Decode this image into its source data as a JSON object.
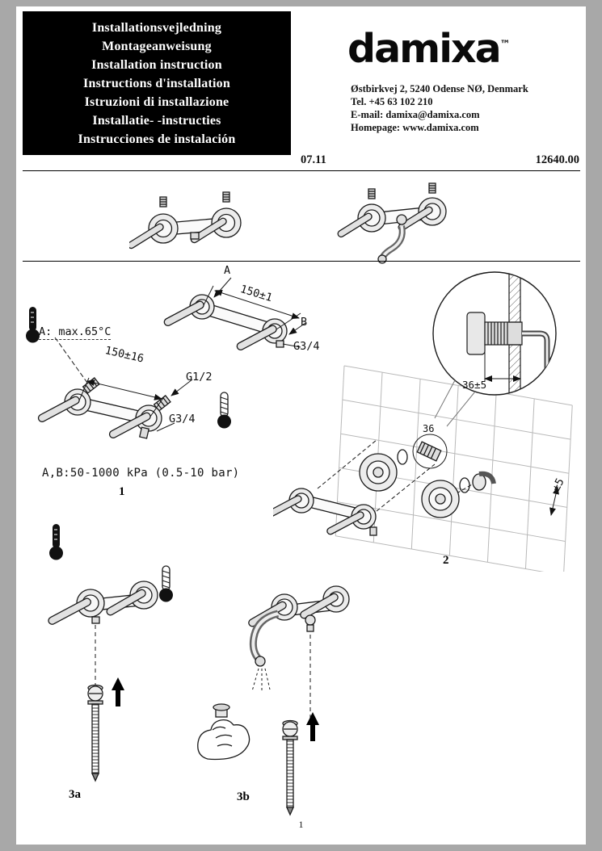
{
  "header": {
    "languages": [
      "Installationsvejledning",
      "Montageanweisung",
      "Installation instruction",
      "Instructions d'installation",
      "Istruzioni di installazione",
      "Installatie- -instructies",
      "Instrucciones de instalación"
    ],
    "brand": "damixa",
    "trademark": "™",
    "contact": {
      "address": "Østbirkvej 2, 5240 Odense NØ, Denmark",
      "phone": "Tel. +45 63 102 210",
      "email": "E-mail: damixa@damixa.com",
      "homepage": "Homepage: www.damixa.com"
    },
    "date_code": "07.11",
    "doc_number": "12640.00"
  },
  "figure1": {
    "number": "1",
    "label_a": "A",
    "label_b": "B",
    "dim_top": "150±1",
    "dim_bottom": "150±16",
    "thread_top": "G3/4",
    "thread_inlet": "G1/2",
    "thread_outlet": "G3/4",
    "max_temp": "A: max.65°C",
    "pressure_range": "A,B:50-1000 kPa (0.5-10 bar)"
  },
  "figure2": {
    "number": "2",
    "wall_depth": "36±5",
    "depth": "36",
    "tolerance": "±5"
  },
  "figure3a": {
    "number": "3a"
  },
  "figure3b": {
    "number": "3b"
  },
  "footer": {
    "page_number": "1"
  }
}
